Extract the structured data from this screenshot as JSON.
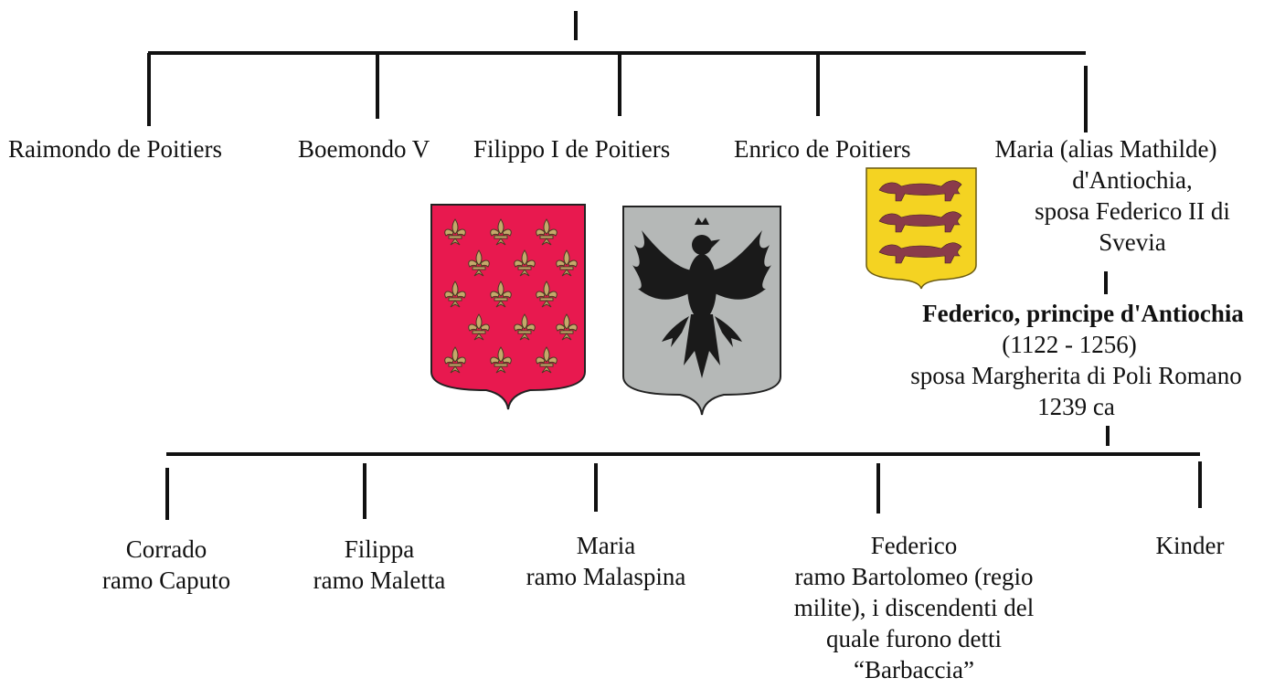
{
  "generation1": [
    {
      "name": "Raimondo de Poitiers"
    },
    {
      "name": "Boemondo V"
    },
    {
      "name": "Filippo I de Poitiers"
    },
    {
      "name": "Enrico de Poitiers"
    },
    {
      "name": "Maria (alias Mathilde)",
      "details": [
        "d'Antiochia,",
        "sposa Federico II di",
        "Svevia"
      ]
    }
  ],
  "federico": {
    "name": "Federico, principe d'Antiochia",
    "dates": "(1122 - 1256)",
    "spouse": "sposa Margherita di Poli Romano",
    "year": "1239 ca"
  },
  "generation2": [
    {
      "lines": [
        "Corrado",
        "ramo Caputo"
      ]
    },
    {
      "lines": [
        "Filippa",
        "ramo Maletta"
      ]
    },
    {
      "lines": [
        "Maria",
        "ramo Malaspina"
      ]
    },
    {
      "lines": [
        "Federico",
        "ramo Bartolomeo (regio",
        "milite), i discendenti del",
        "quale furono detti",
        "“Barbaccia”"
      ]
    },
    {
      "lines": [
        "Kinder"
      ]
    }
  ],
  "coats_of_arms": [
    {
      "name": "fleur-de-lis-shield",
      "field_color": "#e8194f",
      "charge_color": "#c4a86a"
    },
    {
      "name": "eagle-shield",
      "field_color": "#b5b8b7",
      "charge_color": "#1a1a1a"
    },
    {
      "name": "lions-shield",
      "field_color": "#f4d322",
      "charge_color": "#8a3b4a"
    }
  ],
  "line_color": "#111111"
}
